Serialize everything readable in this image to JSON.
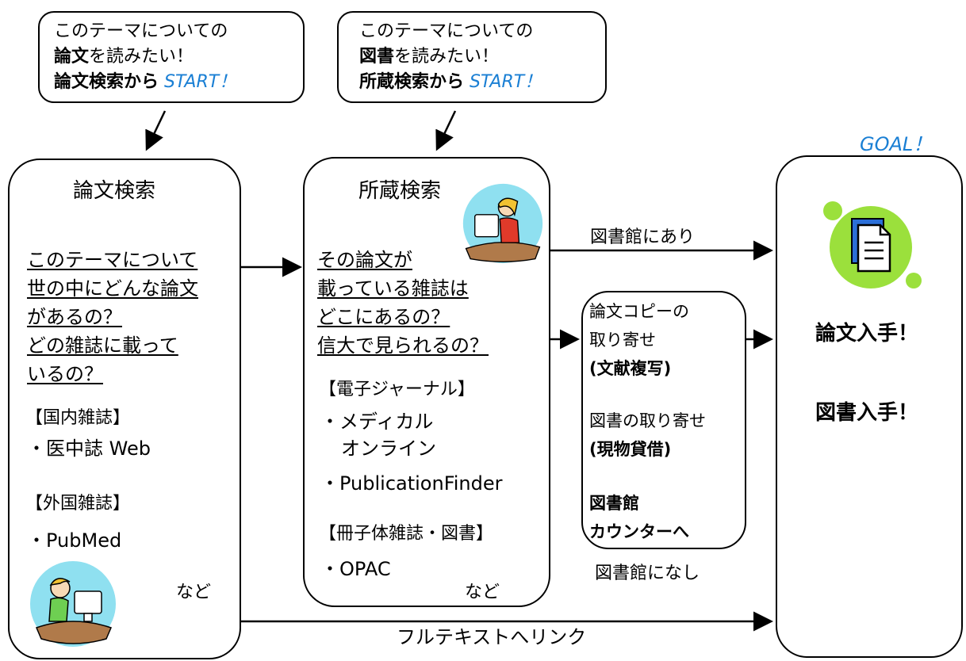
{
  "bubbles": {
    "left": {
      "line1": "このテーマについての",
      "bold2": "論文",
      "rest2": "を読みたい！",
      "bold3": "論文検索から",
      "start": "START！"
    },
    "right": {
      "line1": "このテーマについての",
      "bold2": "図書",
      "rest2": "を読みたい！",
      "bold3": "所蔵検索から",
      "start": "START！"
    }
  },
  "goal_label": "GOAL！",
  "paper_search": {
    "title": "論文検索",
    "question": [
      "このテーマについて",
      "世の中にどんな論文",
      "があるの？",
      "どの雑誌に載って",
      "いるの？"
    ],
    "domestic_header": "【国内雑誌】",
    "domestic_item": "・医中誌 Web",
    "foreign_header": "【外国雑誌】",
    "foreign_item": "・PubMed",
    "etc": "など"
  },
  "holdings_search": {
    "title": "所蔵検索",
    "question": [
      "その論文が",
      "載っている雑誌は",
      "どこにあるの？",
      "信大で見られるの？"
    ],
    "ej_header": "【電子ジャーナル】",
    "ej_item1a": "・メディカル",
    "ej_item1b": "オンライン",
    "ej_item2": "・PublicationFinder",
    "print_header": "【冊子体雑誌・図書】",
    "print_item": "・OPAC",
    "etc": "など"
  },
  "arrows": {
    "in_library": "図書館にあり",
    "not_in_library": "図書館になし",
    "fulltext": "フルテキストへリンク"
  },
  "request_box": {
    "copy1": "論文コピーの",
    "copy2": "取り寄せ",
    "copy3": "(文献複写)",
    "loan1": "図書の取り寄せ",
    "loan2": "(現物貸借)",
    "counter1": "図書館",
    "counter2": "カウンターへ"
  },
  "goal_box": {
    "paper": "論文入手！",
    "book": "図書入手！"
  },
  "colors": {
    "accent": "#1a7fd4",
    "illustration_circle": "#8fe0f0",
    "goal_green": "#9be03c",
    "doc_blue": "#2b6fd8"
  }
}
